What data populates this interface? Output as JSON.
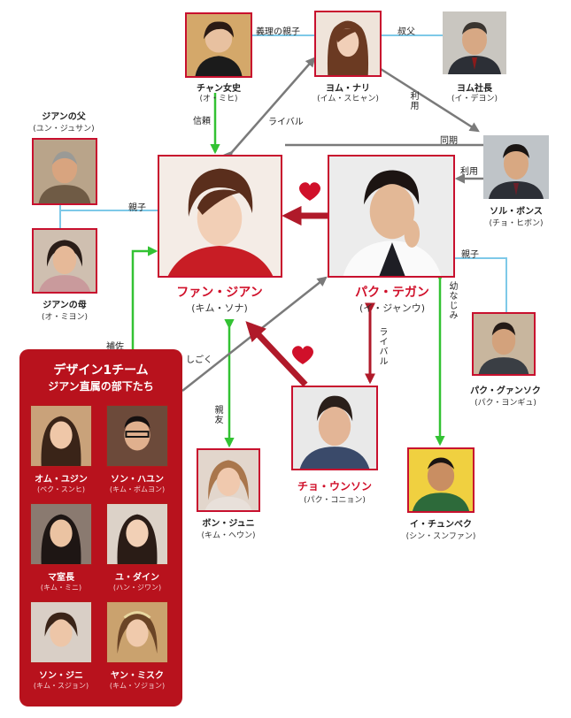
{
  "people": {
    "chan": {
      "name": "チャン女史",
      "actor": "(オ・ミヒ)"
    },
    "nari": {
      "name": "ヨム・ナリ",
      "actor": "(イム・スヒャン)"
    },
    "president": {
      "name": "ヨム社長",
      "actor": "(イ・デヨン)"
    },
    "father": {
      "name": "ジアンの父",
      "actor": "(ユン・ジュサン)"
    },
    "mother": {
      "name": "ジアンの母",
      "actor": "(オ・ミヨン)"
    },
    "jian": {
      "name": "ファン・ジアン",
      "actor": "(キム・ソナ)"
    },
    "tegan": {
      "name": "パク・テガン",
      "actor": "(イ・ジャンウ)"
    },
    "bonsu": {
      "name": "ソル・ボンス",
      "actor": "(チョ・ヒボン)"
    },
    "gwangsok": {
      "name": "パク・グァンソク",
      "actor": "(パク・ヨンギュ)"
    },
    "unson": {
      "name": "チョ・ウンソン",
      "actor": "(パク・コニョン)"
    },
    "juni": {
      "name": "ボン・ジュニ",
      "actor": "(キム・ヘウン)"
    },
    "chunbek": {
      "name": "イ・チュンベク",
      "actor": "(シン・スンファン)"
    }
  },
  "relations": {
    "in_law_parent_child": "義理の親子",
    "uncle": "叔父",
    "use_nari": "利用",
    "trust": "信頼",
    "rival_top": "ライバル",
    "same_year": "同期",
    "use_bonsu": "利用",
    "parent_child_left": "親子",
    "parent_child_right": "親子",
    "assist": "補佐",
    "shigoku": "しごく",
    "best_friend": "親友",
    "rival_bottom": "ライバル",
    "childhood_friend": "幼なじみ"
  },
  "team": {
    "title_line1": "デザイン1チーム",
    "title_line2": "ジアン直属の部下たち",
    "members": [
      {
        "name": "オム・ユジン",
        "actor": "(ペク・スンヒ)"
      },
      {
        "name": "ソン・ハユン",
        "actor": "(キム・ボムヨン)"
      },
      {
        "name": "マ室長",
        "actor": "(キム・ミニ)"
      },
      {
        "name": "ユ・ダイン",
        "actor": "(ハン・ジワン)"
      },
      {
        "name": "ソン・ジニ",
        "actor": "(キム・スジョン)"
      },
      {
        "name": "ヤン・ミスク",
        "actor": "(キム・ソジョン)"
      }
    ]
  },
  "icons": {
    "heart_top": "heart-icon",
    "heart_bottom": "heart-icon"
  },
  "colors": {
    "accent_red": "#d0102a",
    "arrow_green": "#33c233",
    "arrow_gray": "#7a7a7a",
    "line_blue": "#7ec9e8",
    "arrow_crimson": "#b01a2a",
    "team_bg": "#b8121d"
  }
}
